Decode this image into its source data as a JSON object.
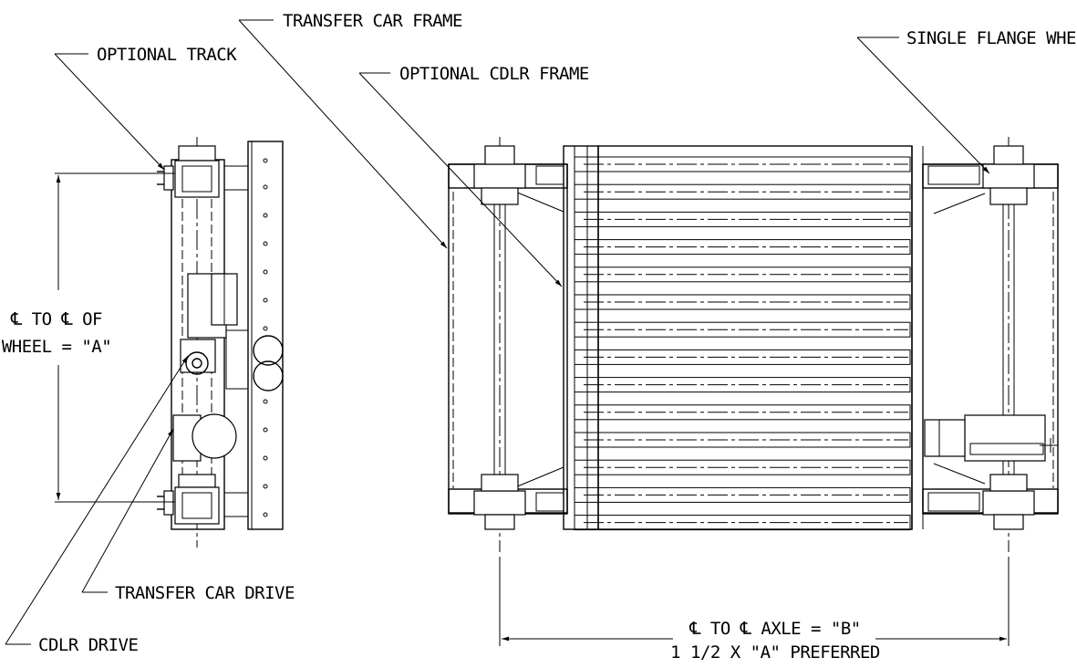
{
  "labels": {
    "optional_track": "OPTIONAL TRACK",
    "transfer_car_frame": "TRANSFER CAR FRAME",
    "optional_cdlr_frame": "OPTIONAL CDLR FRAME",
    "single_flange_wheel": "SINGLE FLANGE WHEEL",
    "transfer_car_drive": "TRANSFER CAR DRIVE",
    "cdlr_drive": "CDLR DRIVE"
  },
  "dimensions": {
    "wheel_line1": "℄ TO ℄ OF",
    "wheel_line2": "WHEEL = \"A\"",
    "axle_line1": "℄ TO ℄ AXLE = \"B\"",
    "axle_line2": "1 1/2 X \"A\" PREFERRED"
  }
}
